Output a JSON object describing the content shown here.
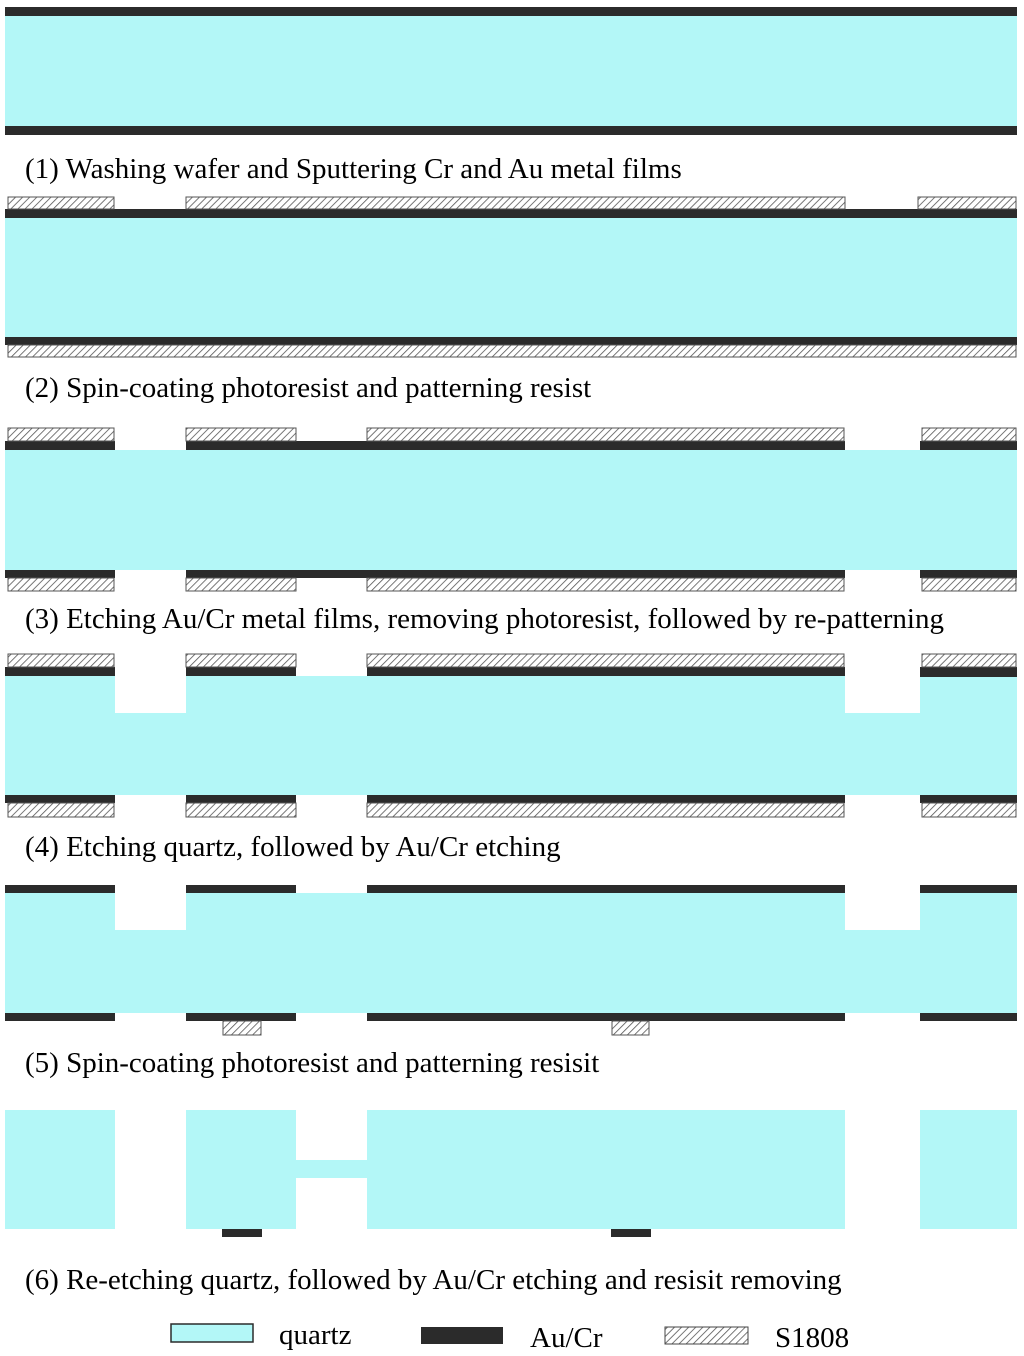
{
  "colors": {
    "quartz": "#b3f7f7",
    "metal": "#2b2b2b",
    "resist_line": "#555555",
    "background": "#ffffff"
  },
  "steps": [
    {
      "label": "(1) Washing wafer and  Sputtering Cr and Au metal films"
    },
    {
      "label": "(2) Spin-coating photoresist and patterning resist"
    },
    {
      "label": "(3) Etching Au/Cr metal films, removing photoresist, followed by re-patterning"
    },
    {
      "label": "(4) Etching quartz, followed by Au/Cr etching"
    },
    {
      "label": "(5) Spin-coating photoresist and patterning resisit"
    },
    {
      "label": "(6) Re-etching quartz, followed by Au/Cr etching and resisit removing"
    }
  ],
  "legend": [
    {
      "label": "quartz",
      "material": "quartz"
    },
    {
      "label": "Au/Cr",
      "material": "metal"
    },
    {
      "label": "S1808",
      "material": "resist"
    }
  ]
}
